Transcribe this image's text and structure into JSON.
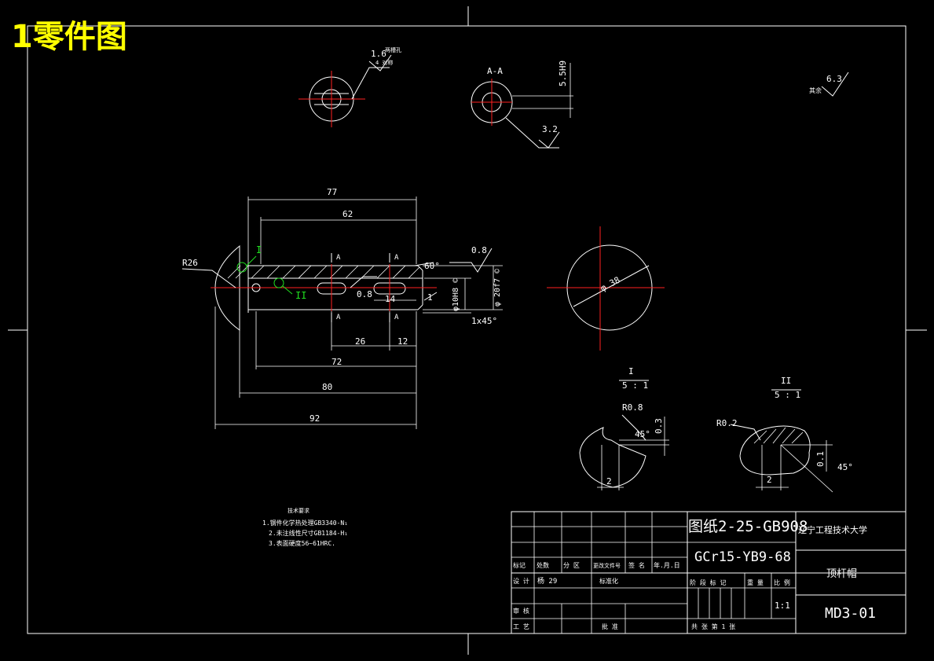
{
  "sheet_title": "1零件图",
  "part_views": {
    "slot_callout_roughness": "1.6",
    "slot_callout_note1": "两槽孔",
    "slot_callout_note2": "4 对称",
    "section_label": "A-A",
    "section_dim": "5.5H9",
    "section_roughness": "3.2",
    "rest_roughness_prefix": "其余",
    "rest_roughness": "6.3",
    "head_circle_dim": "φ 38"
  },
  "main_view": {
    "dim_77": "77",
    "dim_62": "62",
    "dim_r26": "R26",
    "detail_marker_1": "I",
    "detail_marker_2": "II",
    "section_mark_a": "A",
    "angle_60": "60°",
    "roughness_08_top": "0.8",
    "roughness_08_mid": "0.8",
    "dia_10h8": "φ10H8 ©",
    "dia_20f7": "φ 20f7 ©",
    "leader_1": "1",
    "chamfer": "1x45°",
    "dim_14": "14",
    "dim_26": "26",
    "dim_12": "12",
    "dim_72": "72",
    "dim_80": "80",
    "dim_92": "92"
  },
  "details": {
    "detail1_title": "I",
    "detail1_scale": "5 : 1",
    "detail1_radius": "R0.8",
    "detail1_depth": "0.3",
    "detail1_angle": "45°",
    "detail1_width": "2",
    "detail2_title": "II",
    "detail2_scale": "5 : 1",
    "detail2_radius": "R0.2",
    "detail2_depth": "0.1",
    "detail2_angle": "45°",
    "detail2_width": "2"
  },
  "tech_requirements": {
    "title": "技术要求",
    "line1": "1.钢件化学热处理GB3340-N₁",
    "line2": "2.未注线性尺寸GB1184-H₁",
    "line3": "3.表面硬度56~61HRC."
  },
  "title_block": {
    "standard": "图纸2-25-GB908",
    "school": "辽宁工程技术大学",
    "material": "GCr15-YB9-68",
    "part_name": "顶杆帽",
    "drawing_no": "MD3-01",
    "scale": "1:1",
    "row_labels": {
      "mark": "标记",
      "count": "处数",
      "zone": "分 区",
      "change_doc": "更改文件号",
      "sign": "签 名",
      "date": "年.月.日",
      "design": "设 计",
      "design_val": "杨 29",
      "std": "标准化",
      "stage_mark": "阶 段 标 记",
      "weight": "重 量",
      "ratio": "比 例",
      "review": "审 核",
      "craft": "工 艺",
      "approve": "批 准",
      "sheets": "共   张  第  1  张"
    }
  }
}
